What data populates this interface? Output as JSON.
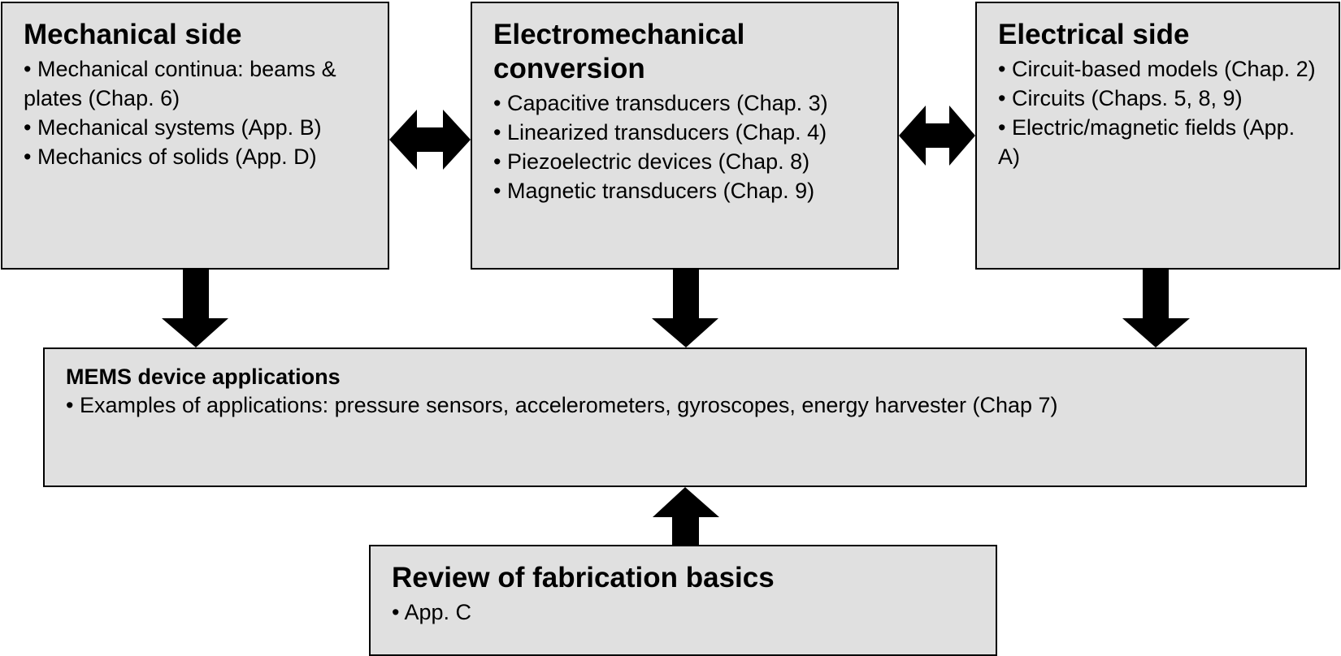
{
  "mechanical": {
    "title": "Mechanical side",
    "items": [
      "Mechanical continua: beams & plates (Chap. 6)",
      "Mechanical systems (App. B)",
      "Mechanics of solids (App. D)"
    ]
  },
  "electromechanical": {
    "title": "Electromechanical conversion",
    "items": [
      "Capacitive transducers (Chap. 3)",
      "Linearized transducers (Chap. 4)",
      "Piezoelectric devices (Chap. 8)",
      "Magnetic transducers (Chap. 9)"
    ]
  },
  "electrical": {
    "title": "Electrical side",
    "items": [
      "Circuit-based models (Chap. 2)",
      "Circuits (Chaps. 5, 8, 9)",
      "Electric/magnetic fields (App. A)"
    ]
  },
  "mems": {
    "title": "MEMS device applications",
    "items": [
      "Examples of applications: pressure sensors, accelerometers, gyroscopes, energy harvester (Chap 7)"
    ]
  },
  "fabrication": {
    "title": "Review of fabrication basics",
    "items": [
      "App. C"
    ]
  },
  "colors": {
    "box_fill": "#e0e0e0",
    "border": "#000000",
    "arrow": "#000000"
  }
}
